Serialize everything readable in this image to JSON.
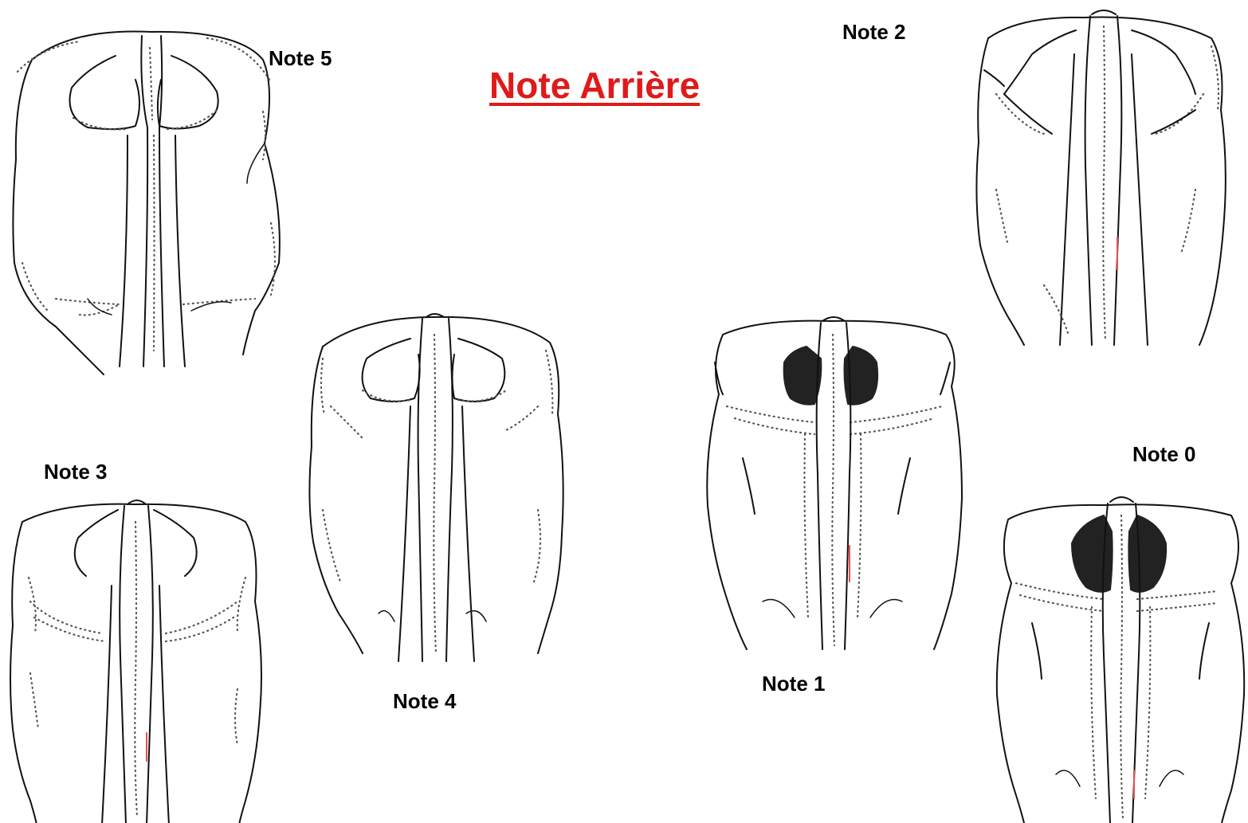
{
  "title": "Note Arrière",
  "title_color": "#e01a1a",
  "notes": [
    {
      "id": "note-5",
      "label": "Note 5"
    },
    {
      "id": "note-4",
      "label": "Note 4"
    },
    {
      "id": "note-3",
      "label": "Note 3"
    },
    {
      "id": "note-2",
      "label": "Note 2"
    },
    {
      "id": "note-1",
      "label": "Note 1"
    },
    {
      "id": "note-0",
      "label": "Note 0"
    }
  ]
}
